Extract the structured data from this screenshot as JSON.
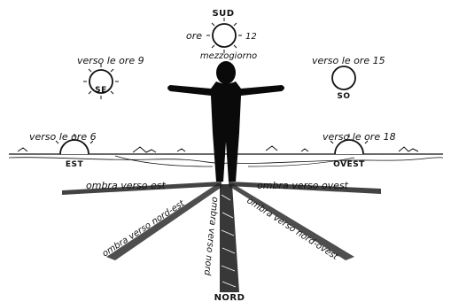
{
  "sun_positions": {
    "sud": {
      "direction": "SUD",
      "hour_label": "ore",
      "hour_value": "12",
      "subtitle": "mezzogiorno"
    },
    "se": {
      "caption": "verso le ore 9",
      "direction": "SE"
    },
    "so": {
      "caption": "verso le ore 15",
      "direction": "SO"
    },
    "est": {
      "caption": "verso le ore 6",
      "direction": "EST"
    },
    "ovest": {
      "caption": "verso le ore 18",
      "direction": "OVEST"
    }
  },
  "shadows": {
    "east": "ombra verso est",
    "west": "ombra verso ovest",
    "north_east": "ombra verso nord-est",
    "north_west": "ombra verso nord-ovest",
    "north_center": "ombra verso nord",
    "north_label": "NORD"
  },
  "colors": {
    "ink": "#111111",
    "paper": "#ffffff"
  }
}
